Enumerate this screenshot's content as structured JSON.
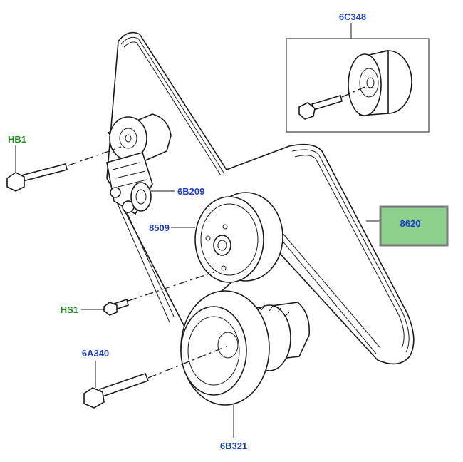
{
  "diagram": {
    "labels": {
      "tensioner_cover_part": "6C348",
      "tensioner_bolt": "HB1",
      "idler_pulley": "6B209",
      "pulley_8509": "8509",
      "drive_belt": "8620",
      "bolt_hs1": "HS1",
      "crank_bolt": "6A340",
      "crank_pulley": "6B321"
    },
    "colors": {
      "part_number": "#1f3fbf",
      "bolt_reference": "#1d8a1d",
      "highlight_fill": "#8dd08d",
      "highlight_border": "#7a7a7a"
    }
  }
}
